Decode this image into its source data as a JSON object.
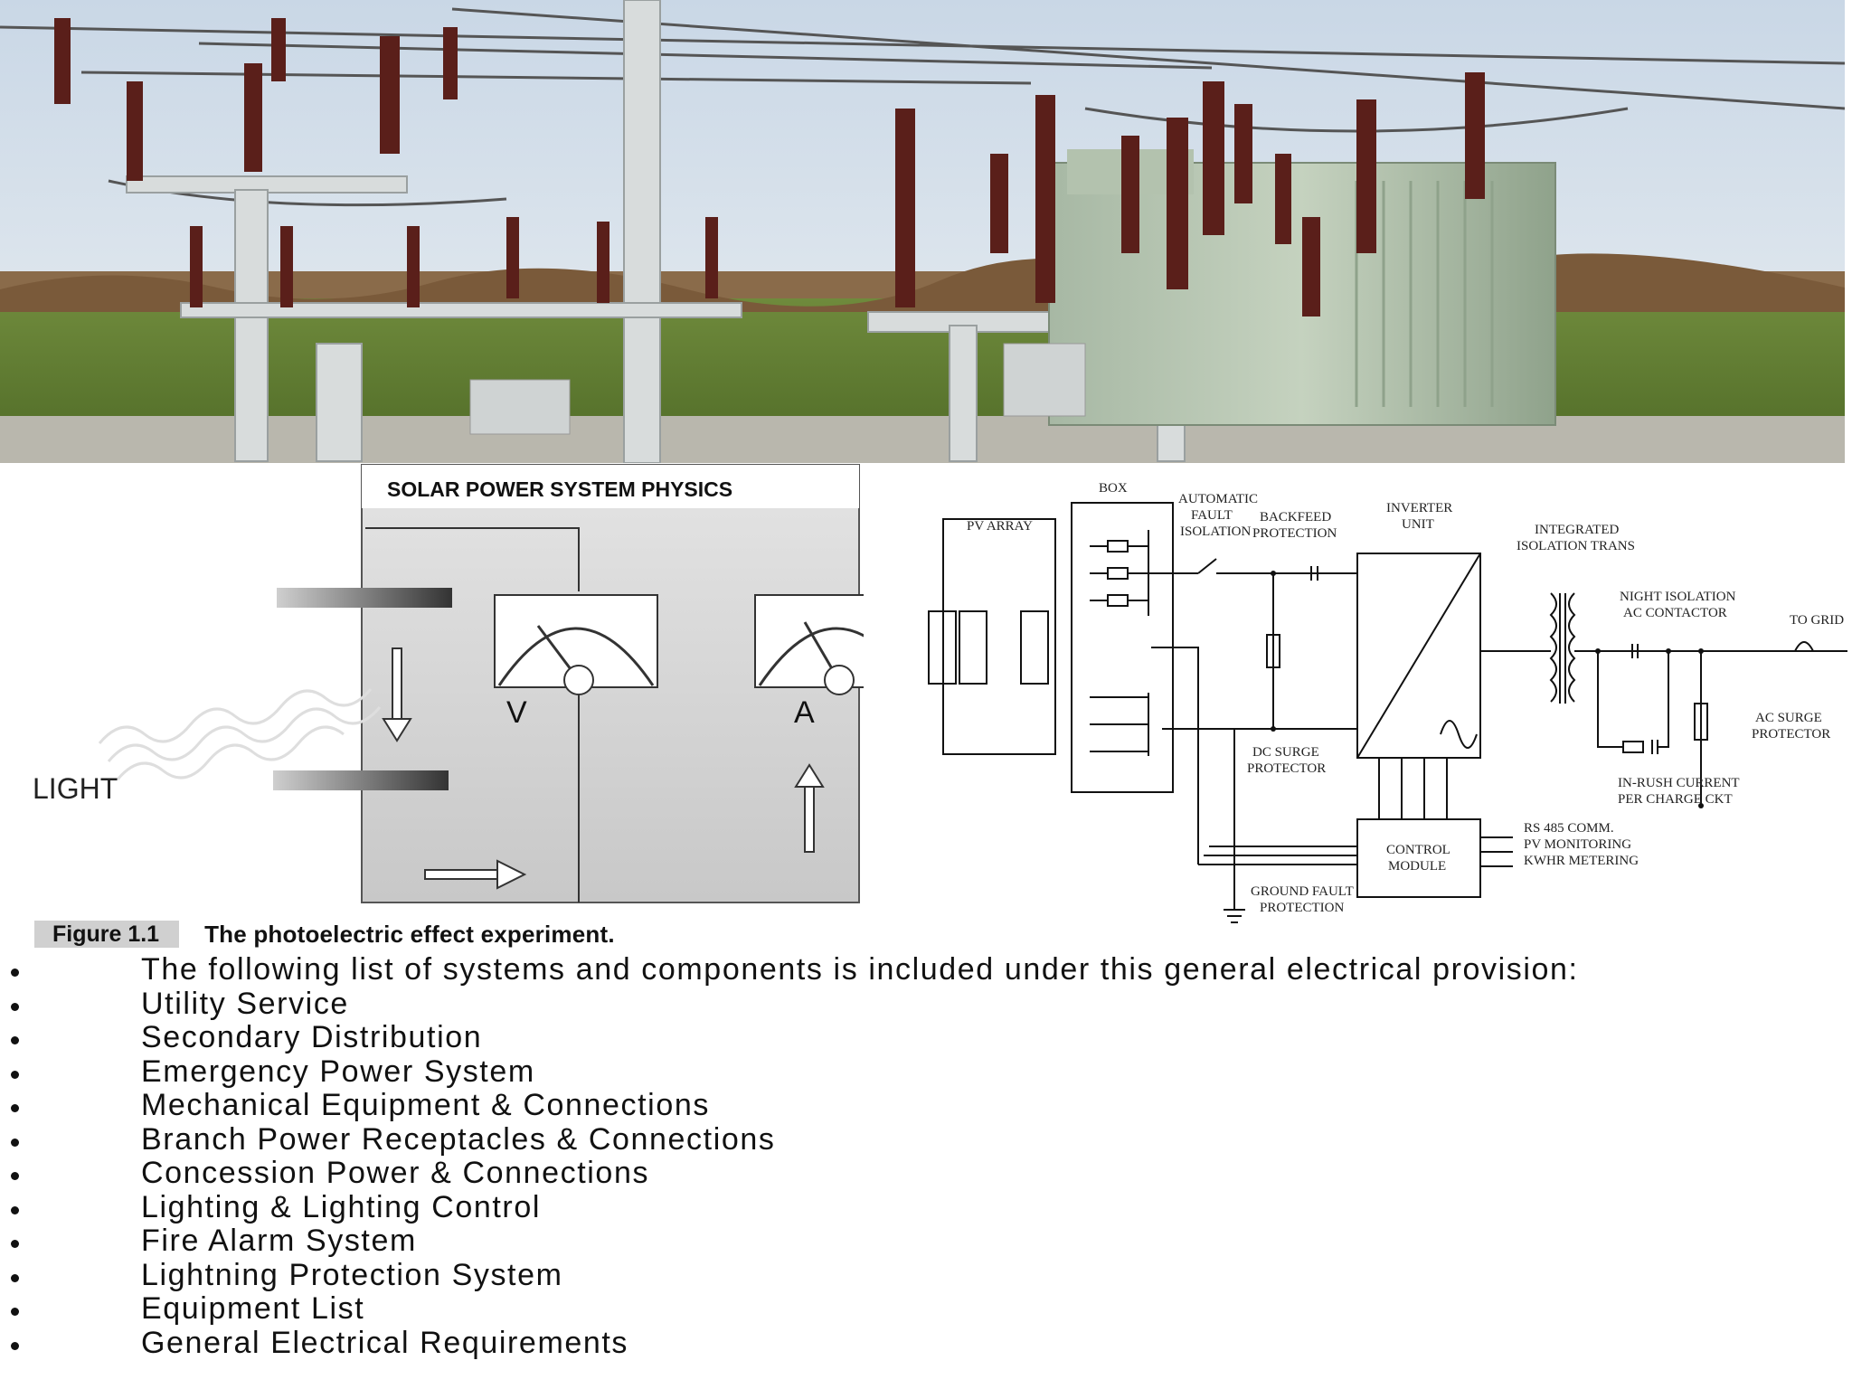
{
  "photo": {
    "description_icon": "substation-photo"
  },
  "physics_figure": {
    "title": "SOLAR POWER SYSTEM PHYSICS",
    "light_label": "LIGHT",
    "voltmeter_label": "V",
    "ammeter_label": "A"
  },
  "schematic": {
    "box_label": "BOX",
    "pv_array": "PV ARRAY",
    "auto_fault_1": "AUTOMATIC",
    "auto_fault_2": "FAULT",
    "auto_fault_3": "ISOLATION",
    "backfeed_1": "BACKFEED",
    "backfeed_2": "PROTECTION",
    "inverter_1": "INVERTER",
    "inverter_2": "UNIT",
    "integrated_1": "INTEGRATED",
    "integrated_2": "ISOLATION TRANS",
    "night_1": "NIGHT ISOLATION",
    "night_2": "AC CONTACTOR",
    "to_grid": "TO GRID",
    "ac_surge_1": "AC SURGE",
    "ac_surge_2": "PROTECTOR",
    "dc_surge_1": "DC SURGE",
    "dc_surge_2": "PROTECTOR",
    "inrush_1": "IN-RUSH CURRENT",
    "inrush_2": "PER CHARGE CKT",
    "control_1": "CONTROL",
    "control_2": "MODULE",
    "rs485": "RS 485 COMM.",
    "pv_mon": "PV MONITORING",
    "kwhr": "KWHR METERING",
    "ground_1": "GROUND FAULT",
    "ground_2": "PROTECTION"
  },
  "caption": {
    "figure_tag": "Figure 1.1",
    "text": "The photoelectric effect experiment."
  },
  "bullets": [
    "The following list of systems and components is included under this general electrical provision:",
    "Utility Service",
    "Secondary Distribution",
    "Emergency Power System",
    "Mechanical Equipment & Connections",
    "Branch Power Receptacles & Connections",
    "Concession Power & Connections",
    "Lighting & Lighting Control",
    "Fire Alarm System",
    "Lightning Protection System",
    "Equipment List",
    "General Electrical Requirements"
  ]
}
